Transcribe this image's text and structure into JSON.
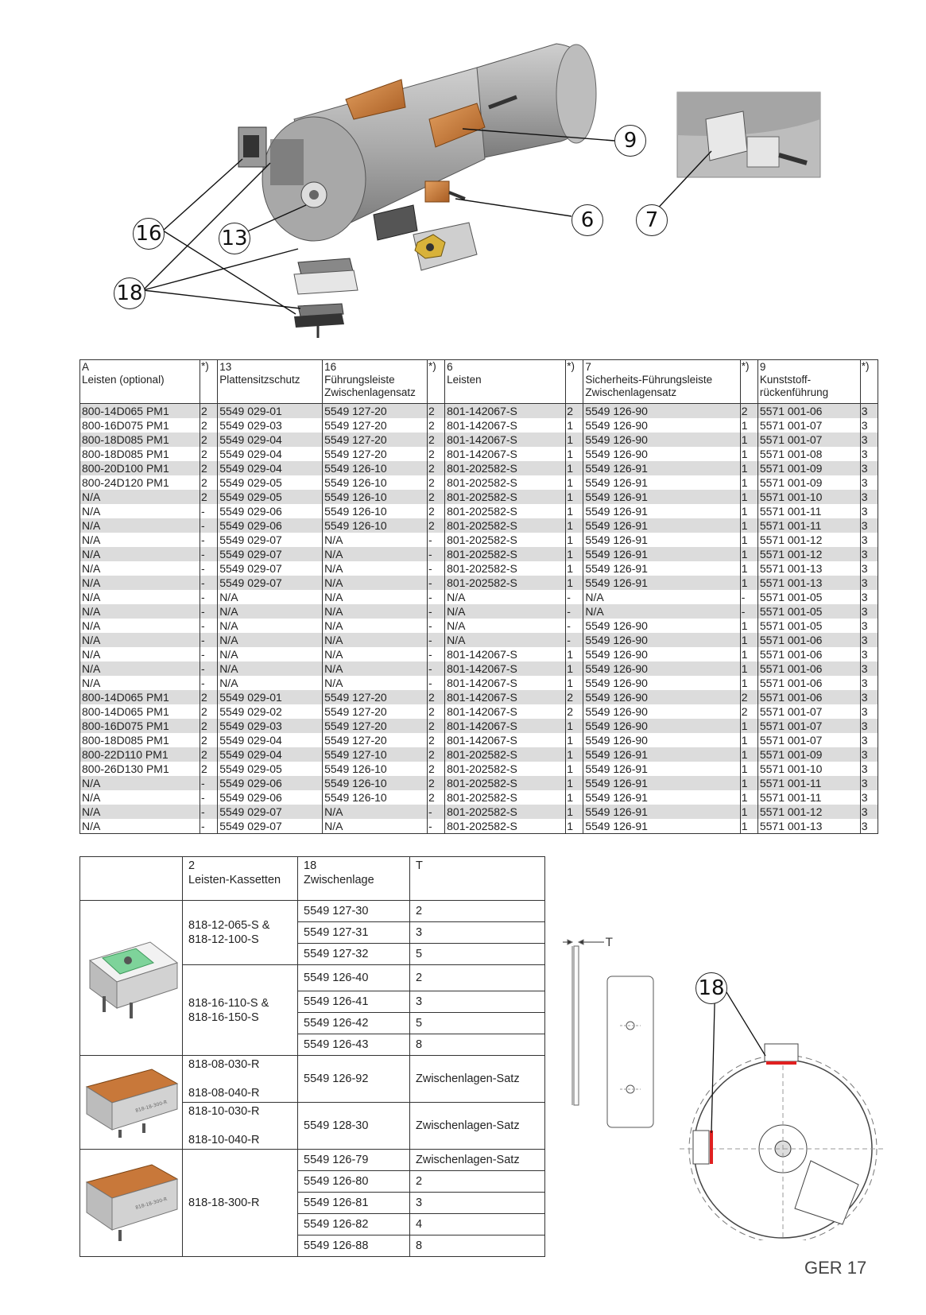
{
  "callouts": {
    "c9": "9",
    "c6": "6",
    "c7": "7",
    "c16": "16",
    "c13": "13",
    "c18": "18",
    "c18b": "18"
  },
  "main_table": {
    "headers": [
      [
        "A",
        "Leisten (optional)"
      ],
      [
        "*)"
      ],
      [
        "13",
        "Plattensitzschutz"
      ],
      [
        "16",
        "Führungsleiste",
        "Zwischenlagensatz"
      ],
      [
        "*)"
      ],
      [
        "6",
        "Leisten"
      ],
      [
        "*)"
      ],
      [
        "7",
        "Sicherheits-Führungsleiste",
        "Zwischenlagensatz"
      ],
      [
        "*)"
      ],
      [
        "9",
        "Kunststoff-",
        "rückenführung"
      ],
      [
        "*)"
      ]
    ],
    "rows": [
      [
        "800-14D065 PM1",
        "2",
        "5549 029-01",
        "5549 127-20",
        "2",
        "801-142067-S",
        "2",
        "5549 126-90",
        "2",
        "5571 001-06",
        "3"
      ],
      [
        "800-16D075 PM1",
        "2",
        "5549 029-03",
        "5549 127-20",
        "2",
        "801-142067-S",
        "1",
        "5549 126-90",
        "1",
        "5571 001-07",
        "3"
      ],
      [
        "800-18D085 PM1",
        "2",
        "5549 029-04",
        "5549 127-20",
        "2",
        "801-142067-S",
        "1",
        "5549 126-90",
        "1",
        "5571 001-07",
        "3"
      ],
      [
        "800-18D085 PM1",
        "2",
        "5549 029-04",
        "5549 127-20",
        "2",
        "801-142067-S",
        "1",
        "5549 126-90",
        "1",
        "5571 001-08",
        "3"
      ],
      [
        "800-20D100 PM1",
        "2",
        "5549 029-04",
        "5549 126-10",
        "2",
        "801-202582-S",
        "1",
        "5549 126-91",
        "1",
        "5571 001-09",
        "3"
      ],
      [
        "800-24D120 PM1",
        "2",
        "5549 029-05",
        "5549 126-10",
        "2",
        "801-202582-S",
        "1",
        "5549 126-91",
        "1",
        "5571 001-09",
        "3"
      ],
      [
        "N/A",
        "2",
        "5549 029-05",
        "5549 126-10",
        "2",
        "801-202582-S",
        "1",
        "5549 126-91",
        "1",
        "5571 001-10",
        "3"
      ],
      [
        "N/A",
        "-",
        "5549 029-06",
        "5549 126-10",
        "2",
        "801-202582-S",
        "1",
        "5549 126-91",
        "1",
        "5571 001-11",
        "3"
      ],
      [
        "N/A",
        "-",
        "5549 029-06",
        "5549 126-10",
        "2",
        "801-202582-S",
        "1",
        "5549 126-91",
        "1",
        "5571 001-11",
        "3"
      ],
      [
        "N/A",
        "-",
        "5549 029-07",
        "N/A",
        "-",
        "801-202582-S",
        "1",
        "5549 126-91",
        "1",
        "5571 001-12",
        "3"
      ],
      [
        "N/A",
        "-",
        "5549 029-07",
        "N/A",
        "-",
        "801-202582-S",
        "1",
        "5549 126-91",
        "1",
        "5571 001-12",
        "3"
      ],
      [
        "N/A",
        "-",
        "5549 029-07",
        "N/A",
        "-",
        "801-202582-S",
        "1",
        "5549 126-91",
        "1",
        "5571 001-13",
        "3"
      ],
      [
        "N/A",
        "-",
        "5549 029-07",
        "N/A",
        "-",
        "801-202582-S",
        "1",
        "5549 126-91",
        "1",
        "5571 001-13",
        "3"
      ],
      [
        "N/A",
        "-",
        "N/A",
        "N/A",
        "-",
        "N/A",
        "-",
        "N/A",
        "-",
        "5571 001-05",
        "3"
      ],
      [
        "N/A",
        "-",
        "N/A",
        "N/A",
        "-",
        "N/A",
        "-",
        "N/A",
        "-",
        "5571 001-05",
        "3"
      ],
      [
        "N/A",
        "-",
        "N/A",
        "N/A",
        "-",
        "N/A",
        "-",
        "5549 126-90",
        "1",
        "5571 001-05",
        "3"
      ],
      [
        "N/A",
        "-",
        "N/A",
        "N/A",
        "-",
        "N/A",
        "-",
        "5549 126-90",
        "1",
        "5571 001-06",
        "3"
      ],
      [
        "N/A",
        "-",
        "N/A",
        "N/A",
        "-",
        "801-142067-S",
        "1",
        "5549 126-90",
        "1",
        "5571 001-06",
        "3"
      ],
      [
        "N/A",
        "-",
        "N/A",
        "N/A",
        "-",
        "801-142067-S",
        "1",
        "5549 126-90",
        "1",
        "5571 001-06",
        "3"
      ],
      [
        "N/A",
        "-",
        "N/A",
        "N/A",
        "-",
        "801-142067-S",
        "1",
        "5549 126-90",
        "1",
        "5571 001-06",
        "3"
      ],
      [
        "800-14D065 PM1",
        "2",
        "5549 029-01",
        "5549 127-20",
        "2",
        "801-142067-S",
        "2",
        "5549 126-90",
        "2",
        "5571 001-06",
        "3"
      ],
      [
        "800-14D065 PM1",
        "2",
        "5549 029-02",
        "5549 127-20",
        "2",
        "801-142067-S",
        "2",
        "5549 126-90",
        "2",
        "5571 001-07",
        "3"
      ],
      [
        "800-16D075 PM1",
        "2",
        "5549 029-03",
        "5549 127-20",
        "2",
        "801-142067-S",
        "1",
        "5549 126-90",
        "1",
        "5571 001-07",
        "3"
      ],
      [
        "800-18D085 PM1",
        "2",
        "5549 029-04",
        "5549 127-20",
        "2",
        "801-142067-S",
        "1",
        "5549 126-90",
        "1",
        "5571 001-07",
        "3"
      ],
      [
        "800-22D110 PM1",
        "2",
        "5549 029-04",
        "5549 127-10",
        "2",
        "801-202582-S",
        "1",
        "5549 126-91",
        "1",
        "5571 001-09",
        "3"
      ],
      [
        "800-26D130 PM1",
        "2",
        "5549 029-05",
        "5549 126-10",
        "2",
        "801-202582-S",
        "1",
        "5549 126-91",
        "1",
        "5571 001-10",
        "3"
      ],
      [
        "N/A",
        "-",
        "5549 029-06",
        "5549 126-10",
        "2",
        "801-202582-S",
        "1",
        "5549 126-91",
        "1",
        "5571 001-11",
        "3"
      ],
      [
        "N/A",
        "-",
        "5549 029-06",
        "5549 126-10",
        "2",
        "801-202582-S",
        "1",
        "5549 126-91",
        "1",
        "5571 001-11",
        "3"
      ],
      [
        "N/A",
        "-",
        "5549 029-07",
        "N/A",
        "-",
        "801-202582-S",
        "1",
        "5549 126-91",
        "1",
        "5571 001-12",
        "3"
      ],
      [
        "N/A",
        "-",
        "5549 029-07",
        "N/A",
        "-",
        "801-202582-S",
        "1",
        "5549 126-91",
        "1",
        "5571 001-13",
        "3"
      ]
    ]
  },
  "sec_table": {
    "h_kas_num": "2",
    "h_kas": "Leisten-Kassetten",
    "h_zw_num": "18",
    "h_zw": "Zwischenlage",
    "h_t": "T",
    "g1_kas_a": "818-12-065-S &",
    "g1_kas_b": "818-12-100-S",
    "g1_rows": [
      [
        "5549 127-30",
        "2"
      ],
      [
        "5549 127-31",
        "3"
      ],
      [
        "5549 127-32",
        "5"
      ]
    ],
    "g2_kas_a": "818-16-110-S &",
    "g2_kas_b": "818-16-150-S",
    "g2_rows": [
      [
        "5549 126-40",
        "2"
      ],
      [
        "5549 126-41",
        "3"
      ],
      [
        "5549 126-42",
        "5"
      ],
      [
        "5549 126-43",
        "8"
      ]
    ],
    "g3_kas_a": "818-08-030-R",
    "g3_kas_b": "818-08-040-R",
    "g3_zw": "5549 126-92",
    "g3_t": "Zwischenlagen-Satz",
    "g4_kas_a": "818-10-030-R",
    "g4_kas_b": "818-10-040-R",
    "g4_zw": "5549 128-30",
    "g4_t": "Zwischenlagen-Satz",
    "g5_kas": "818-18-300-R",
    "g5_rows": [
      [
        "5549 126-79",
        "Zwischenlagen-Satz"
      ],
      [
        "5549 126-80",
        "2"
      ],
      [
        "5549 126-81",
        "3"
      ],
      [
        "5549 126-82",
        "4"
      ],
      [
        "5549 126-88",
        "8"
      ]
    ],
    "block_label_a": "818-18-300-R",
    "block_label_b": "818-18-300-R"
  },
  "dimension_label": "T",
  "page_number": "GER 17",
  "colors": {
    "accent_copper": "#c8783a",
    "table_stripe": "#dcdcdc",
    "insert_gold": "#d8b23a",
    "marker_red": "#e02020",
    "cassette_green": "#7ed39a"
  }
}
